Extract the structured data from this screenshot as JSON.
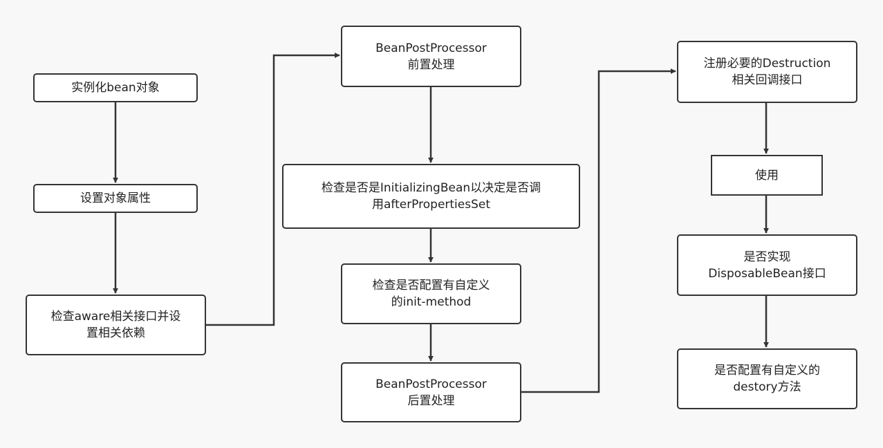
{
  "nodes": {
    "instantiate": [
      "实例化bean对象"
    ],
    "set_props": [
      "设置对象属性"
    ],
    "aware": [
      "检查aware相关接口并设",
      "置相关依赖"
    ],
    "bpp_before": [
      "BeanPostProcessor",
      "前置处理"
    ],
    "initializing_bean": [
      "检查是否是InitializingBean以决定是否调",
      "用afterPropertiesSet"
    ],
    "init_method": [
      "检查是否配置有自定义",
      "的init-method"
    ],
    "bpp_after": [
      "BeanPostProcessor",
      "后置处理"
    ],
    "register_destruction": [
      "注册必要的Destruction",
      "相关回调接口"
    ],
    "use": [
      "使用"
    ],
    "disposable_bean": [
      "是否实现",
      "DisposableBean接口"
    ],
    "destroy_method": [
      "是否配置有自定义的",
      "destory方法"
    ]
  },
  "colors": {
    "background": "#f8f8f8",
    "stroke": "#333333",
    "box_fill": "#ffffff"
  }
}
